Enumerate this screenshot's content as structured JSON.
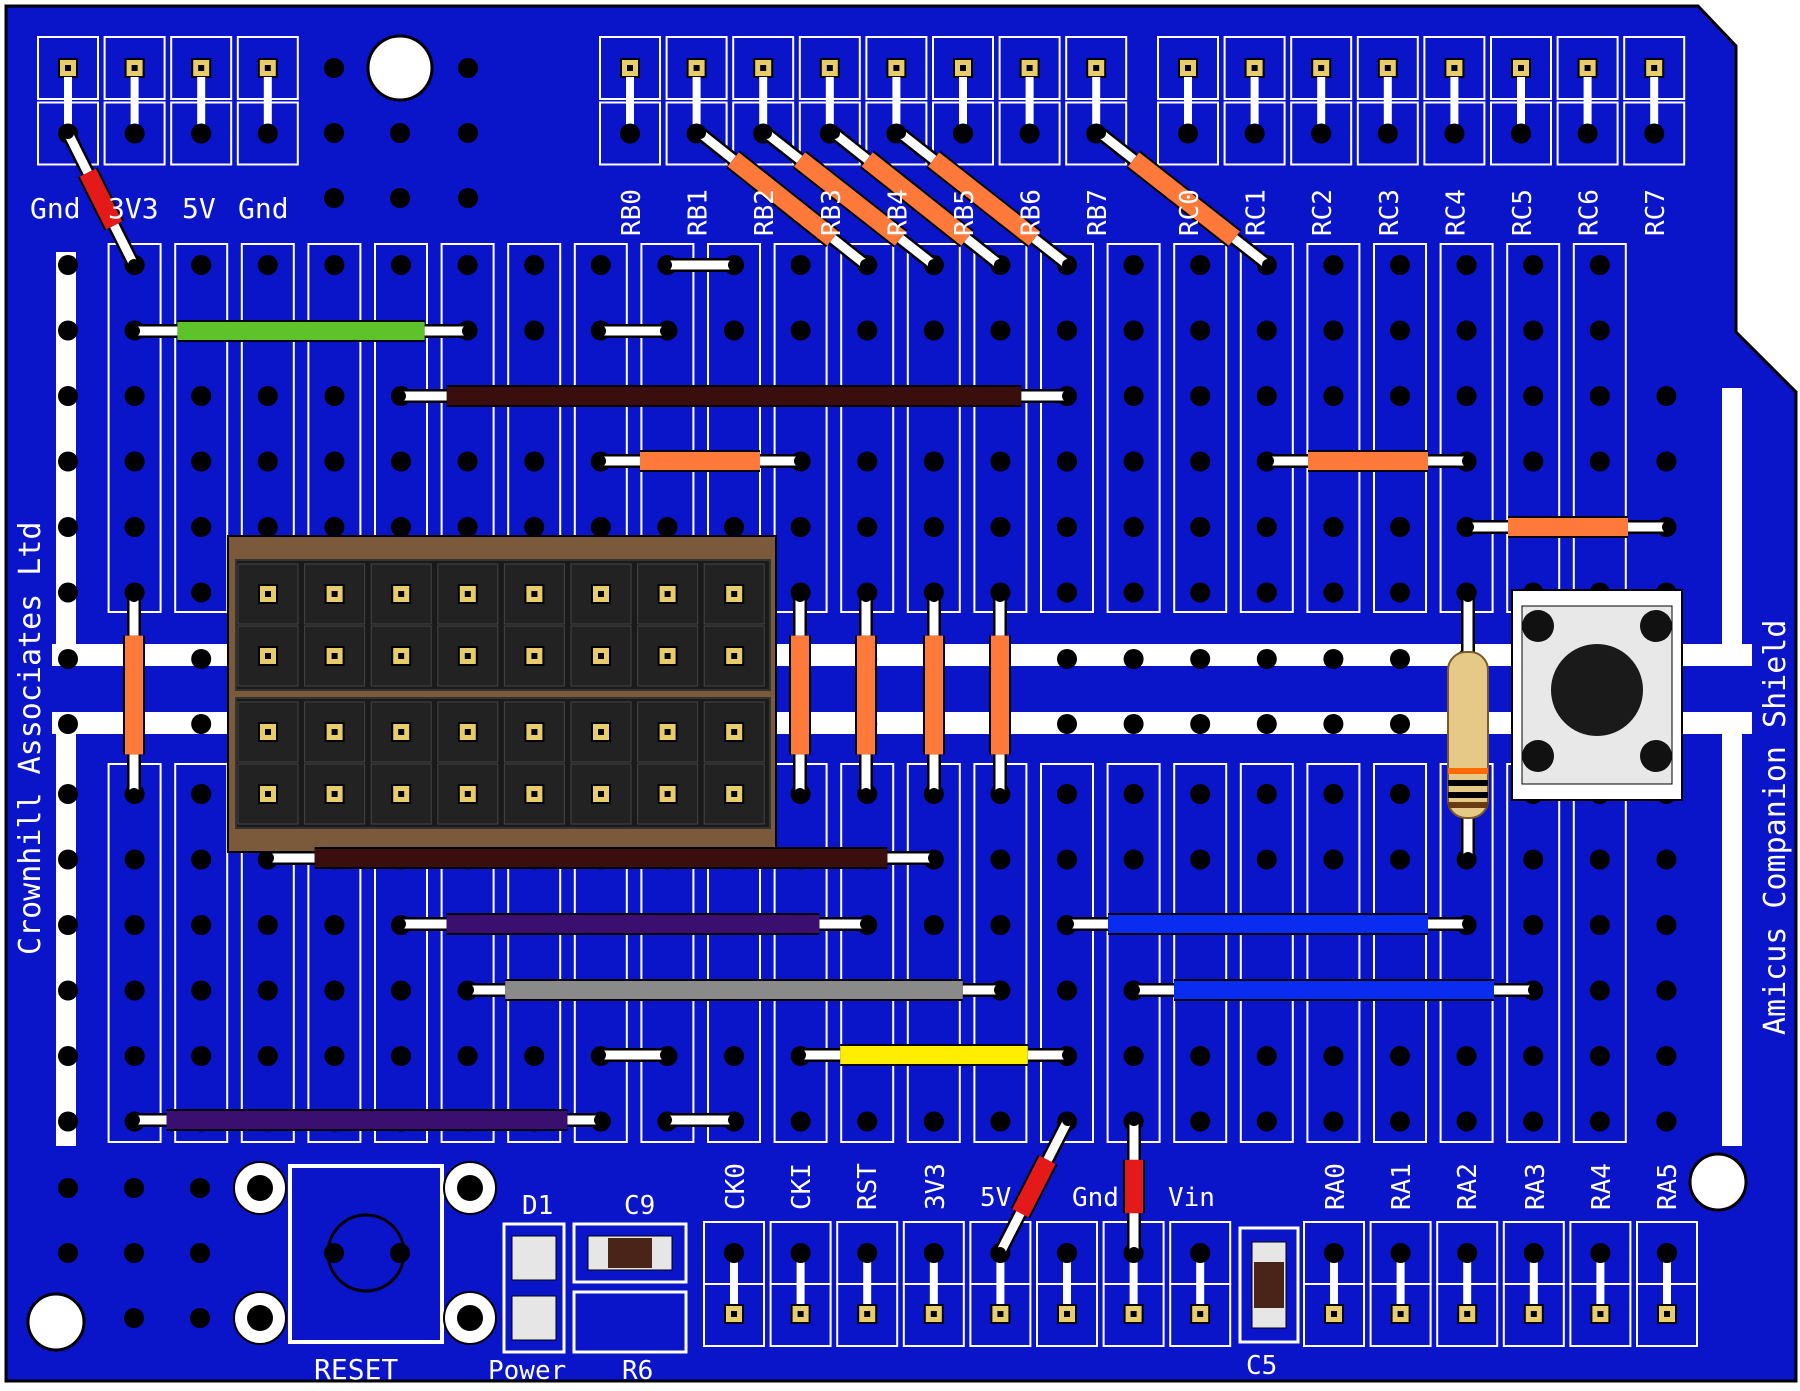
{
  "board": {
    "pcb_color": "#0a14c8",
    "silk_color": "#ffffff",
    "left_title": "Crownhill Associates Ltd",
    "right_title": "Amicus Companion Shield"
  },
  "labels": {
    "top_power": [
      "Gnd",
      "3V3",
      "5V",
      "Gnd"
    ],
    "top_pins": [
      "RB0",
      "RB1",
      "RB2",
      "RB3",
      "RB4",
      "RB5",
      "RB6",
      "RB7",
      "RC0",
      "RC1",
      "RC2",
      "RC3",
      "RC4",
      "RC5",
      "RC6",
      "RC7"
    ],
    "bottom_pins": [
      "CK0",
      "CKI",
      "RST",
      "3V3",
      "5V",
      "Gnd",
      "Vin",
      "RA0",
      "RA1",
      "RA2",
      "RA3",
      "RA4",
      "RA5"
    ]
  },
  "components": {
    "reset_label": "RESET",
    "d1_label": "D1",
    "c9_label": "C9",
    "power_label": "Power",
    "r6_label": "R6",
    "c5_label": "C5"
  },
  "colors": {
    "orange": "#ff7a3a",
    "green": "#5ec22a",
    "brown": "#3a0e0c",
    "purple": "#3a0f70",
    "gray": "#8a8a8a",
    "yellow": "#ffee00",
    "blue": "#0a2cf0",
    "red": "#e41919",
    "header_socket": "#1a1a1a",
    "gold_pad": "#e8cc6a"
  }
}
